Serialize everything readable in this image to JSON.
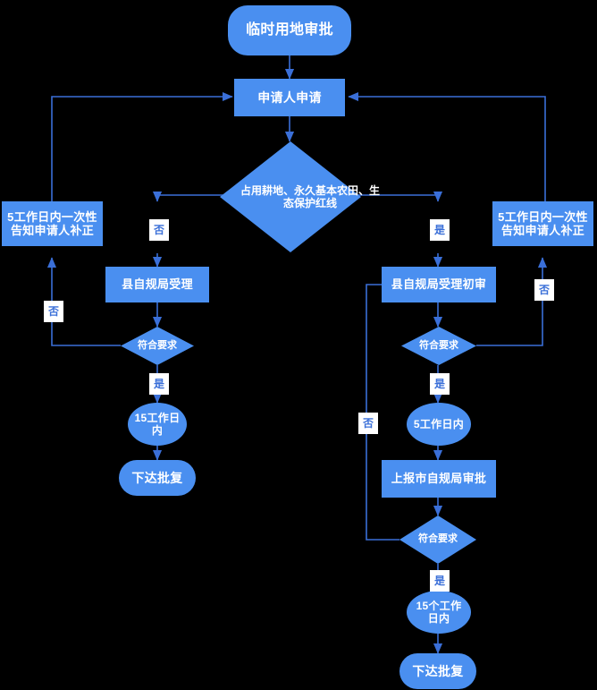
{
  "diagram": {
    "title": "临时用地审批",
    "theme": {
      "background": "#000000",
      "node_fill": "#4a8ff0",
      "node_text": "#ffffff",
      "edge_stroke": "#3a6fd8",
      "edge_label_text": "#3a6fd8",
      "edge_label_bg": "#ffffff"
    },
    "nodes": [
      {
        "id": "start",
        "shape": "round",
        "text": "临时用地审批"
      },
      {
        "id": "apply",
        "shape": "rect",
        "text": "申请人申请"
      },
      {
        "id": "decide_land",
        "shape": "diamond",
        "text": "占用耕地、永久基本农田、生态保护红线"
      },
      {
        "id": "notify_left",
        "shape": "rect",
        "text": "5工作日内一次性告知申请人补正"
      },
      {
        "id": "notify_right",
        "shape": "rect",
        "text": "5工作日内一次性告知申请人补正"
      },
      {
        "id": "county_accept",
        "shape": "rect",
        "text": "县自规局受理"
      },
      {
        "id": "check_left",
        "shape": "diamond",
        "text": "符合要求"
      },
      {
        "id": "days15_left",
        "shape": "ellipse",
        "text": "15工作日内"
      },
      {
        "id": "reply_left",
        "shape": "round",
        "text": "下达批复"
      },
      {
        "id": "county_first",
        "shape": "rect",
        "text": "县自规局受理初审"
      },
      {
        "id": "check_right",
        "shape": "diamond",
        "text": "符合要求"
      },
      {
        "id": "days5_right",
        "shape": "ellipse",
        "text": "5工作日内"
      },
      {
        "id": "city_report",
        "shape": "rect",
        "text": "上报市自规局审批"
      },
      {
        "id": "check_city",
        "shape": "diamond",
        "text": "符合要求"
      },
      {
        "id": "days15_city",
        "shape": "ellipse",
        "text": "15个工作日内"
      },
      {
        "id": "reply_right",
        "shape": "round",
        "text": "下达批复"
      }
    ],
    "edge_labels": [
      {
        "id": "lbl_no_left_branch",
        "text": "否"
      },
      {
        "id": "lbl_yes_right_branch",
        "text": "是"
      },
      {
        "id": "lbl_no_left_loop",
        "text": "否"
      },
      {
        "id": "lbl_yes_left",
        "text": "是"
      },
      {
        "id": "lbl_no_right_loop",
        "text": "否"
      },
      {
        "id": "lbl_yes_right",
        "text": "是"
      },
      {
        "id": "lbl_no_city_loop",
        "text": "否"
      },
      {
        "id": "lbl_yes_city",
        "text": "是"
      }
    ]
  }
}
